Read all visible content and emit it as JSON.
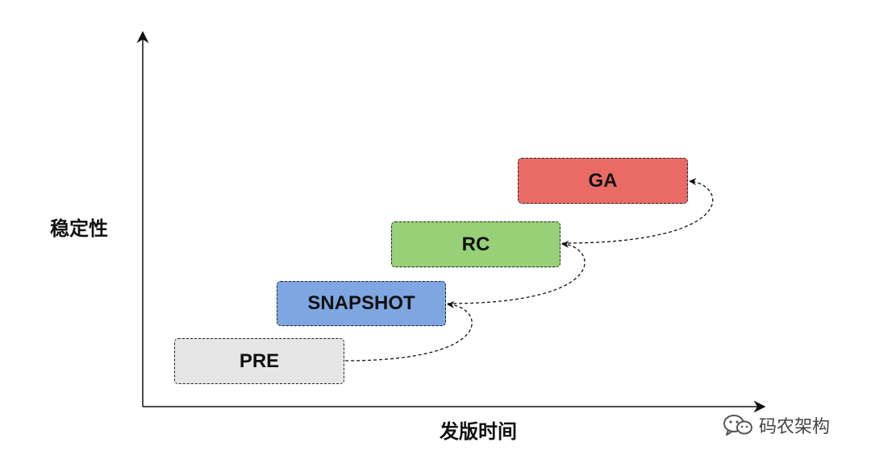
{
  "diagram": {
    "y_axis_label": "稳定性",
    "x_axis_label": "发版时间",
    "stages": [
      {
        "label": "PRE",
        "color": "#e6e6e6"
      },
      {
        "label": "SNAPSHOT",
        "color": "#7ea6e0"
      },
      {
        "label": "RC",
        "color": "#97d077"
      },
      {
        "label": "GA",
        "color": "#ea6b66"
      }
    ]
  },
  "watermark": {
    "icon": "wechat-icon",
    "text": "码农架构"
  }
}
